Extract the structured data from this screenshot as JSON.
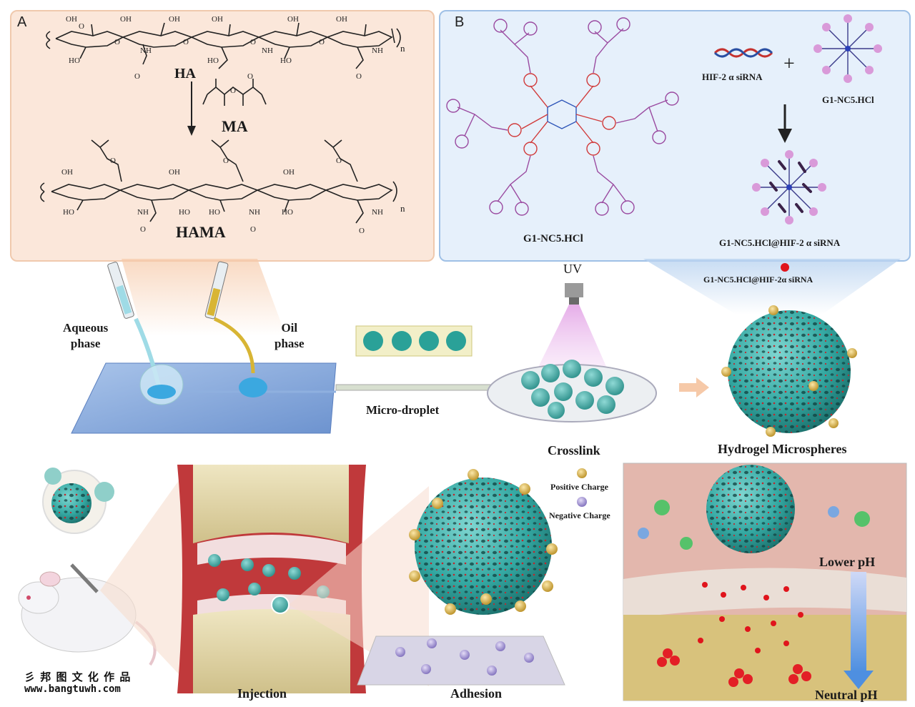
{
  "panel_a": {
    "letter": "A",
    "ha_label": "HA",
    "ma_label": "MA",
    "hama_label": "HAMA",
    "subscript_n": "n"
  },
  "panel_b": {
    "letter": "B",
    "dendrimer_label": "G1-NC5.HCl",
    "sirna_label": "HIF-2 α siRNA",
    "plus": "+",
    "nanoparticle_label": "G1-NC5.HCl",
    "complex_label": "G1-NC5.HCl@HIF-2 α  siRNA"
  },
  "process": {
    "aqueous_label": "Aqueous\nphase",
    "oil_label": "Oil\nphase",
    "microdroplet_label": "Micro-droplet",
    "uv_label": "UV",
    "crosslink_label": "Crosslink",
    "legend_complex_label": "G1-NC5.HCl@HIF-2α siRNA",
    "microspheres_label": "Hydrogel Microspheres"
  },
  "bottom": {
    "injection_label": "Injection",
    "adhesion_label": "Adhesion",
    "positive_charge_label": "Positive Charge",
    "negative_charge_label": "Negative Charge",
    "lower_ph_label": "Lower pH",
    "neutral_ph_label": "Neutral pH"
  },
  "watermark": {
    "chinese": "彡 邦 图 文 化 作 品",
    "url": "www.bangtuwh.com"
  },
  "colors": {
    "teal": "#3fb3ad",
    "red_cargo": "#d9242a",
    "panel_a_bg": "#fbe7da",
    "panel_b_bg": "#e6f0fb",
    "positive": "#d8b24a",
    "negative": "#9b8bd0"
  }
}
